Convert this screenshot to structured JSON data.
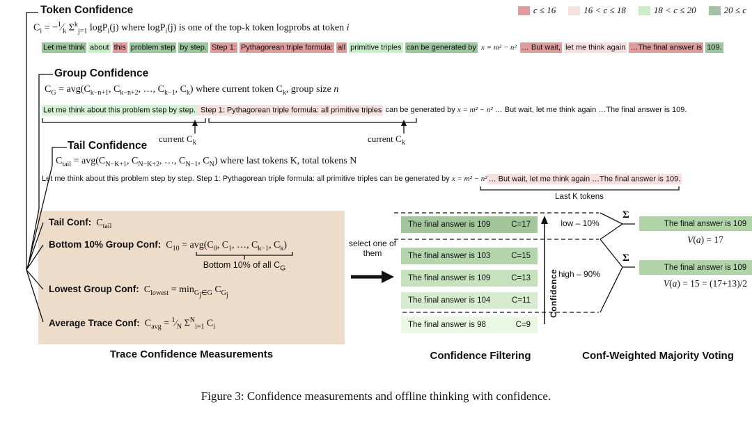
{
  "legend": {
    "items": [
      {
        "label": "c ≤ 16",
        "color": "#e09b9b"
      },
      {
        "label": "16 < c ≤ 18",
        "color": "#f7e0e0"
      },
      {
        "label": "18 < c ≤ 20",
        "color": "#c9efc9"
      },
      {
        "label": "20 ≤ c",
        "color": "#a7bfa7"
      }
    ]
  },
  "token": {
    "title": "Token Confidence",
    "formula": "C<sub>i</sub> = −<sup>1</sup>⁄<sub>k</sub> Σ<sup>k</sup><sub>j=1</sub> logP<sub>i</sub>(j)  where logP<sub>i</sub>(j) is one of the top-k token logprobs at token <i>i</i>",
    "segments": [
      {
        "text": "Let me think",
        "bg": "#9dc59d"
      },
      {
        "text": "about",
        "bg": "#c9efc9"
      },
      {
        "text": "this",
        "bg": "#e09b9b"
      },
      {
        "text": "problem step",
        "bg": "#9dc59d"
      },
      {
        "text": "by step.",
        "bg": "#9dc59d"
      },
      {
        "text": "Step 1:",
        "bg": "#e09b9b"
      },
      {
        "text": "Pythagorean triple formula:",
        "bg": "#e09b9b"
      },
      {
        "text": "all",
        "bg": "#e09b9b"
      },
      {
        "text": "primitive triples",
        "bg": "#c9efc9"
      },
      {
        "text": "can be generated by",
        "bg": "#9dc59d"
      },
      {
        "text": "x = m² − n²",
        "bg": ""
      },
      {
        "text": "… But wait,",
        "bg": "#e09b9b"
      },
      {
        "text": "let me think again",
        "bg": "#f7e0e0"
      },
      {
        "text": "…The final answer is",
        "bg": "#e09b9b"
      },
      {
        "text": "109.",
        "bg": "#9dc59d"
      }
    ]
  },
  "group": {
    "title": "Group Confidence",
    "formula": "C<sub>G</sub> = avg(C<sub>k−n+1</sub>, C<sub>k−n+2</sub>, …, C<sub>k−1</sub>, C<sub>k</sub>)  where current token C<sub>k</sub>, group size <i>n</i>",
    "segments": [
      {
        "text": "Let me think about this problem step by step.",
        "bg": "#d5f2d5"
      },
      {
        "text": " Step 1: Pythagorean triple formula: all primitive triples",
        "bg": "#f7e0e0"
      },
      {
        "text": " can be generated by ",
        "bg": ""
      },
      {
        "text": "x = m² − n²",
        "bg": ""
      },
      {
        "text": " … But wait, let me think again …The final answer is 109.",
        "bg": ""
      }
    ],
    "current_label": "current C<sub>k</sub>"
  },
  "tail": {
    "title": "Tail Confidence",
    "formula": "C<sub>tail</sub> = avg(C<sub>N−K+1</sub>, C<sub>N−K+2</sub>, …, C<sub>N−1</sub>, C<sub>N</sub>)  where last tokens K, total tokens N",
    "segments": [
      {
        "text": "Let me think about this problem step by step. Step 1: Pythagorean triple formula: all primitive triples can be generated by ",
        "bg": ""
      },
      {
        "text": "x = m² − n²",
        "bg": ""
      },
      {
        "text": "… But wait, let me think again …The final answer is 109.",
        "bg": "#f7e0e0"
      }
    ],
    "last_k_label": "Last K tokens"
  },
  "measurements": {
    "box_color": "#eedccb",
    "rows": [
      {
        "label": "Tail Conf:",
        "formula": "C<sub>tail</sub>"
      },
      {
        "label": "Bottom 10% Group Conf:",
        "formula": "C<sub>10</sub> = avg(C<sub>0</sub>, C<sub>1</sub>, …, C<sub>k−1</sub>, C<sub>k</sub>)",
        "note": "Bottom 10% of all C<sub>G</sub>"
      },
      {
        "label": "Lowest Group Conf:",
        "formula": "C<sub>lowest</sub> = min<sub>G<sub>j</sub>∈G</sub> C<sub>G<sub>j</sub></sub>"
      },
      {
        "label": "Average Trace Conf:",
        "formula": "C<sub>avg</sub> = <sup>1</sup>⁄<sub>N</sub> Σ<sup>N</sup><sub>i=1</sub> C<sub>i</sub>"
      }
    ],
    "caption": "Trace Confidence Measurements"
  },
  "filtering": {
    "select_label": "select one of them",
    "answers": [
      {
        "text": "The final answer is 109",
        "conf": "C=17",
        "bg": "#a3c69b"
      },
      {
        "text": "The final answer is 103",
        "conf": "C=15",
        "bg": "#b4d5ac"
      },
      {
        "text": "The final answer is 109",
        "conf": "C=13",
        "bg": "#c5e2bd"
      },
      {
        "text": "The final answer is 104",
        "conf": "C=11",
        "bg": "#d7eccf"
      },
      {
        "text": "The final answer is 98",
        "conf": "C=9",
        "bg": "#e9f7e3"
      }
    ],
    "axis_label": "Confidence",
    "low_label": "low – 10%",
    "high_label": "high – 90%",
    "caption": "Confidence Filtering"
  },
  "voting": {
    "sigma": "Σ",
    "results": [
      {
        "text": "The final answer is 109",
        "value": "<i>V</i>(<i>a</i>) = 17",
        "bg": "#b0d4a8"
      },
      {
        "text": "The final answer is 109",
        "value": "<i>V</i>(<i>a</i>) = 15 = (17+13)/2",
        "bg": "#b0d4a8"
      }
    ],
    "caption": "Conf-Weighted Majority Voting"
  },
  "figure_caption": "Figure 3: Confidence measurements and offline thinking with confidence."
}
